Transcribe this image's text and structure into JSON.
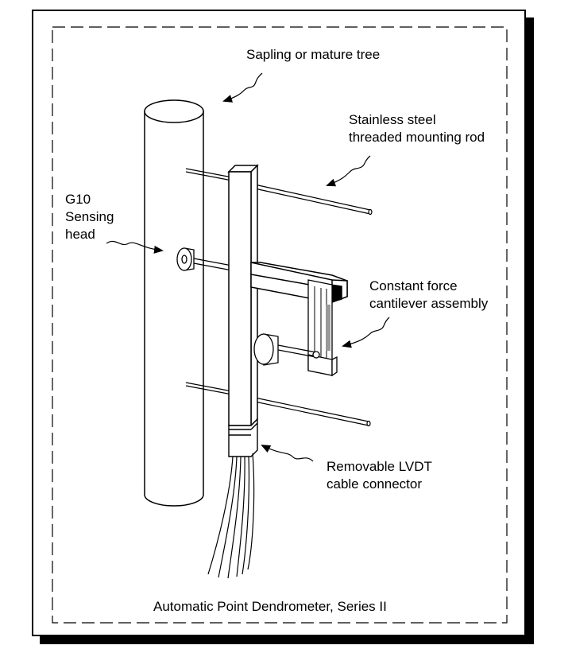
{
  "figure": {
    "caption": "Automatic Point Dendrometer, Series II",
    "labels": {
      "tree": "Sapling or mature tree",
      "rod_line1": "Stainless steel",
      "rod_line2": "threaded mounting rod",
      "head_line1": "G10",
      "head_line2": "Sensing",
      "head_line3": "head",
      "cantilever_line1": "Constant force",
      "cantilever_line2": "cantilever assembly",
      "connector_line1": "Removable LVDT",
      "connector_line2": "cable connector"
    }
  }
}
